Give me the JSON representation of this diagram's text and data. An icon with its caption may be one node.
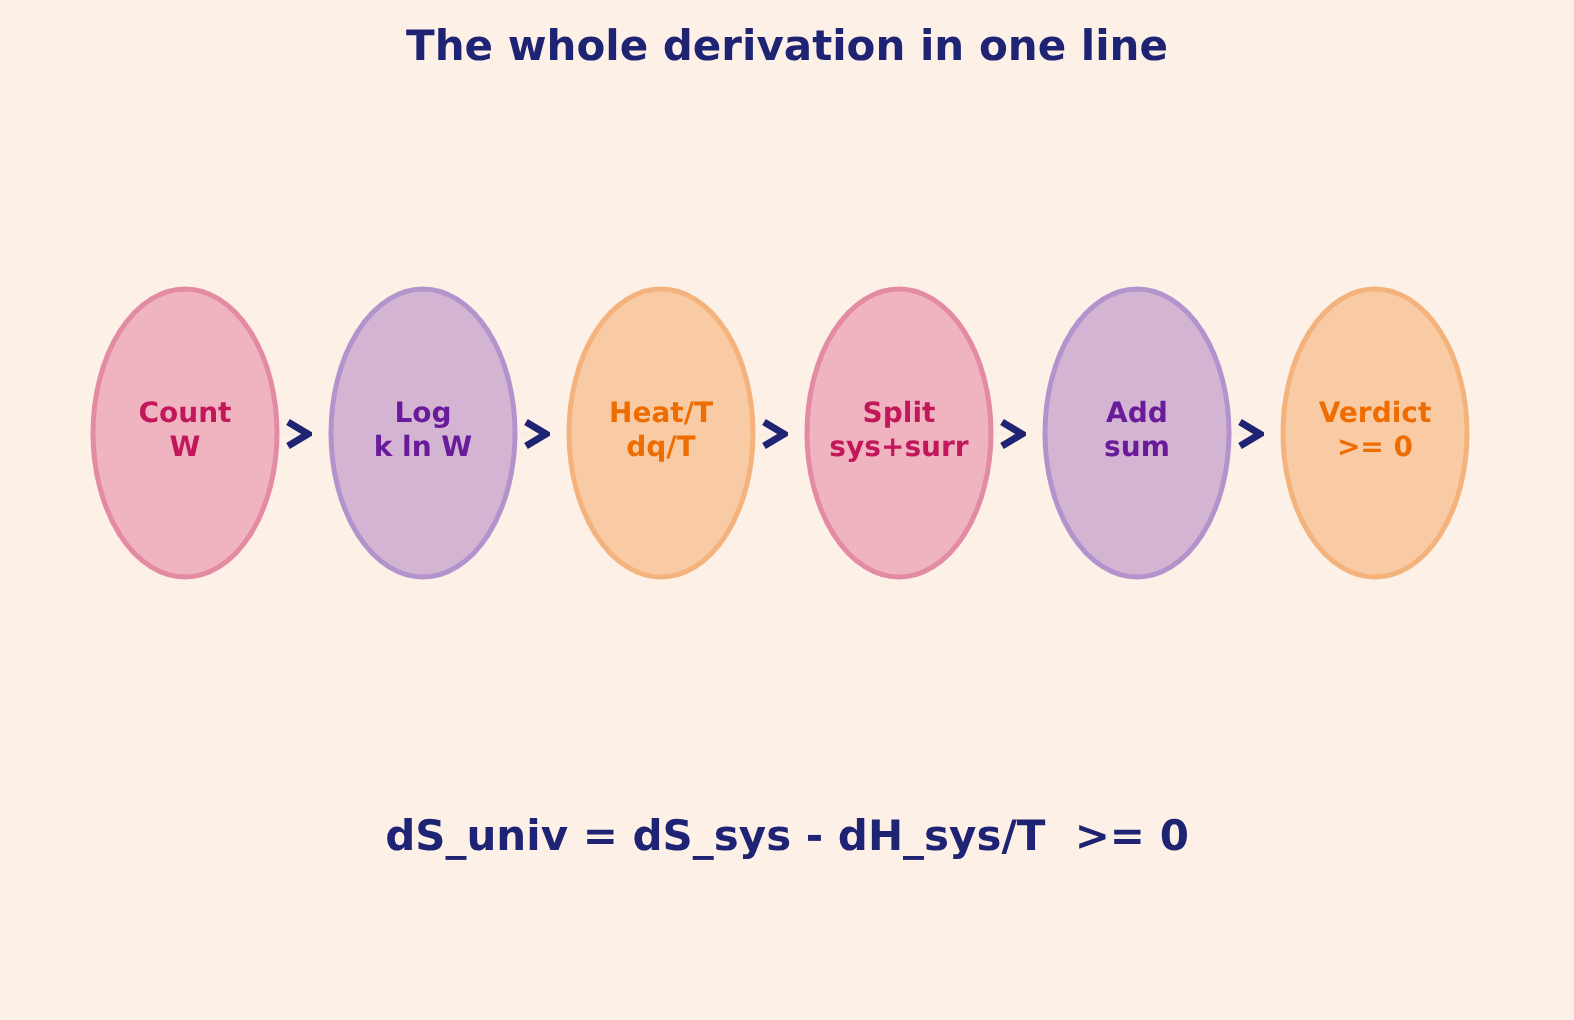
{
  "diagram": {
    "title": "The whole derivation in one line",
    "nodes": [
      {
        "text": [
          "Count",
          "W"
        ]
      },
      {
        "text": [
          "Log",
          "k ln W"
        ]
      },
      {
        "text": [
          "Heat/T",
          "dq/T"
        ]
      },
      {
        "text": [
          "Split",
          "sys+surr"
        ]
      },
      {
        "text": [
          "Add",
          "sum"
        ]
      },
      {
        "text": [
          "Verdict",
          ">= 0"
        ]
      }
    ],
    "edges": [
      {
        "from": 0,
        "to": 1,
        "arrow": "to"
      },
      {
        "from": 1,
        "to": 2,
        "arrow": "to"
      },
      {
        "from": 2,
        "to": 3,
        "arrow": "to"
      },
      {
        "from": 3,
        "to": 4,
        "arrow": "to"
      },
      {
        "from": 4,
        "to": 5,
        "arrow": "to"
      }
    ],
    "labels": [
      "dS_univ = dS_sys - dH_sys/T  >= 0"
    ]
  }
}
